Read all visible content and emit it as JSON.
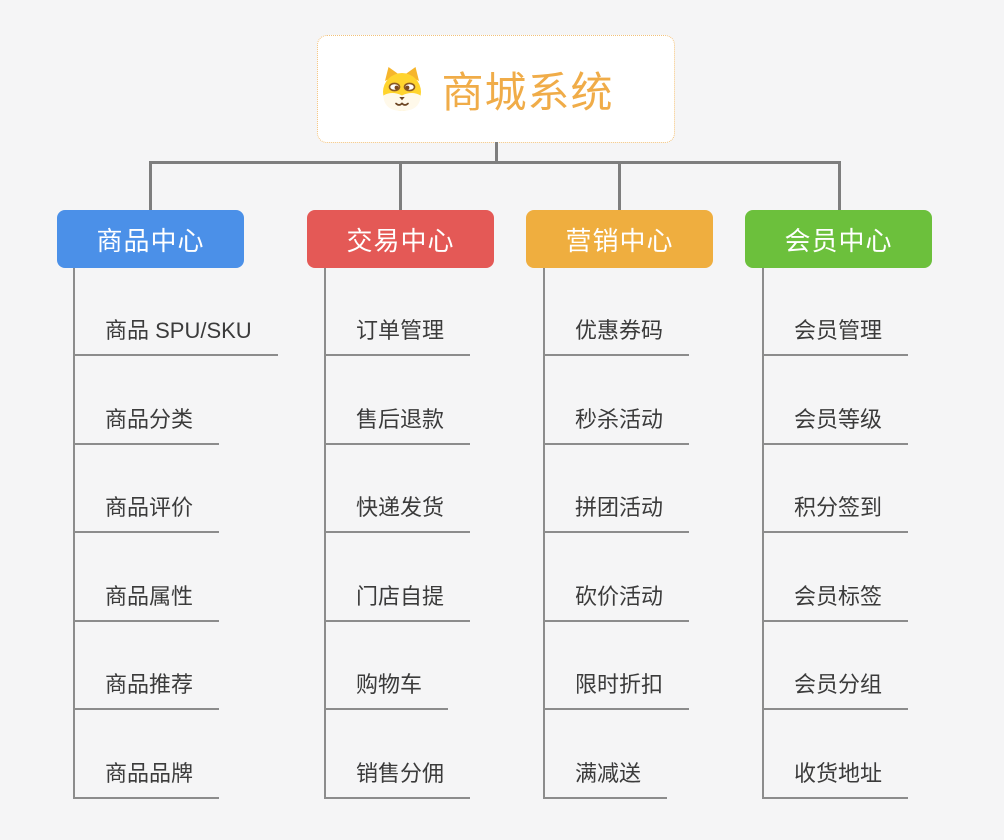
{
  "root": {
    "title": "商城系统",
    "icon": "shiba-dog-icon",
    "title_color": "#F0AC48",
    "border_color": "#F2C179"
  },
  "branches": [
    {
      "label": "商品中心",
      "color": "#4B90E8",
      "children": [
        "商品 SPU/SKU",
        "商品分类",
        "商品评价",
        "商品属性",
        "商品推荐",
        "商品品牌"
      ]
    },
    {
      "label": "交易中心",
      "color": "#E45956",
      "children": [
        "订单管理",
        "售后退款",
        "快递发货",
        "门店自提",
        "购物车",
        "销售分佣"
      ]
    },
    {
      "label": "营销中心",
      "color": "#EFAE3F",
      "children": [
        "优惠券码",
        "秒杀活动",
        "拼团活动",
        "砍价活动",
        "限时折扣",
        "满减送"
      ]
    },
    {
      "label": "会员中心",
      "color": "#6CC03C",
      "children": [
        "会员管理",
        "会员等级",
        "积分签到",
        "会员标签",
        "会员分组",
        "收货地址"
      ]
    }
  ],
  "colors": {
    "background": "#F5F5F6",
    "connector": "#7E7E7E",
    "leaf_line": "#8C8C8C",
    "leaf_text": "#3B3B3B"
  }
}
